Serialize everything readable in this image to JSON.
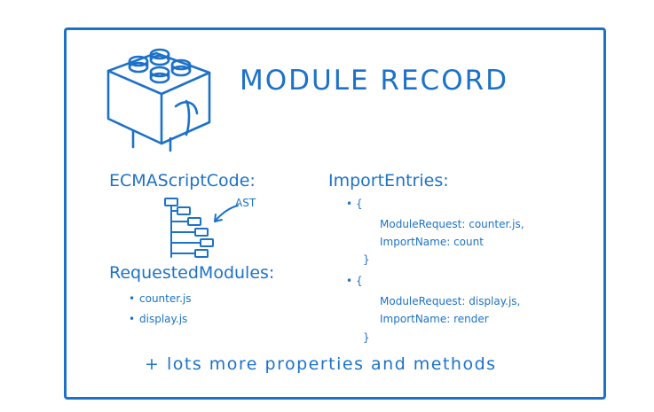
{
  "title": "MODULE RECORD",
  "icons": {
    "header": "lego-brick-icon",
    "ast": "ast-tree-icon"
  },
  "colors": {
    "ink": "#1d72c8",
    "background": "#ffffff"
  },
  "ecmascript": {
    "heading": "ECMAScriptCode:",
    "ast_label": "AST"
  },
  "requested_modules": {
    "heading": "RequestedModules:",
    "items": [
      "counter.js",
      "display.js"
    ]
  },
  "import_entries": {
    "heading": "ImportEntries:",
    "entries": [
      {
        "bullet": "•",
        "open": "{",
        "request_line": "ModuleRequest: counter.js,",
        "name_line": "ImportName: count",
        "close": "}"
      },
      {
        "bullet": "•",
        "open": "{",
        "request_line": "ModuleRequest: display.js,",
        "name_line": "ImportName: render",
        "close": "}"
      }
    ]
  },
  "footer": "+ lots more properties and methods"
}
